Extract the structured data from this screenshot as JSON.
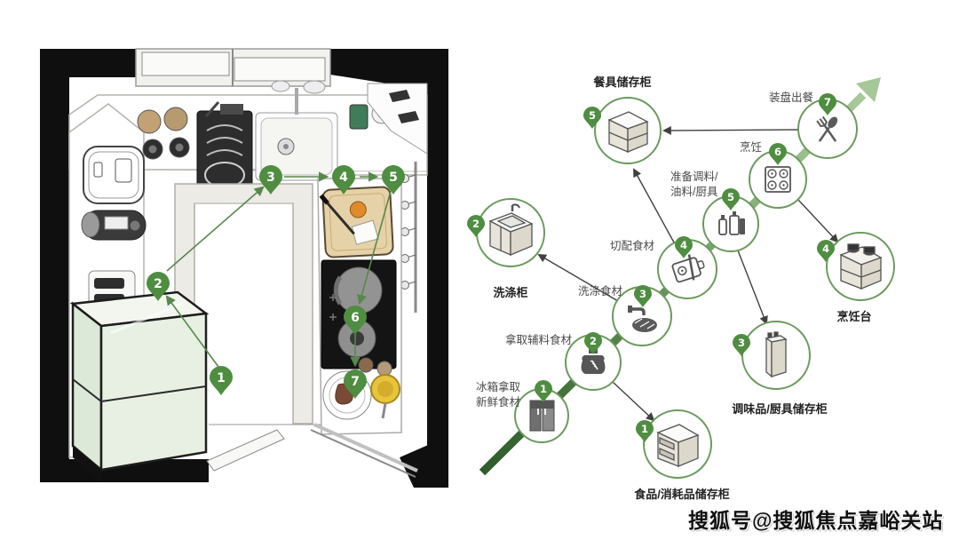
{
  "watermark": "搜狐号@搜狐焦点嘉峪关站",
  "colors": {
    "accent_green": "#4f8d41",
    "node_circle_stroke": "#6b9a5e",
    "flow_dark_green": "#2f5c2a",
    "flow_light_green": "#a6c898",
    "thin_arrow": "#3f3f3f",
    "plan_arrow_green": "#57884d",
    "wall_black": "#0f0f0f"
  },
  "floor_plan": {
    "pins": [
      {
        "n": "1"
      },
      {
        "n": "2"
      },
      {
        "n": "3"
      },
      {
        "n": "4"
      },
      {
        "n": "5"
      },
      {
        "n": "6"
      },
      {
        "n": "7"
      }
    ]
  },
  "flow": {
    "steps": [
      {
        "n": "1",
        "label_line1": "冰箱拿取",
        "label_line2": "新鲜食材",
        "icon": "fridge-icon"
      },
      {
        "n": "2",
        "label_line1": "拿取辅料食材",
        "label_line2": "",
        "icon": "ingredient-bag-icon"
      },
      {
        "n": "3",
        "label_line1": "洗涤食材",
        "label_line2": "",
        "icon": "wash-faucet-icon"
      },
      {
        "n": "4",
        "label_line1": "切配食材",
        "label_line2": "",
        "icon": "cutting-board-icon"
      },
      {
        "n": "5",
        "label_line1": "准备调料/",
        "label_line2": "油料/厨具",
        "icon": "oil-bottles-icon"
      },
      {
        "n": "6",
        "label_line1": "烹饪",
        "label_line2": "",
        "icon": "stove-icon"
      },
      {
        "n": "7",
        "label_line1": "装盘出餐",
        "label_line2": "",
        "icon": "cutlery-icon"
      }
    ],
    "stations": [
      {
        "n": "5",
        "label": "餐具储存柜",
        "icon": "cabinet-icon"
      },
      {
        "n": "2",
        "label": "洗涤柜",
        "icon": "sink-cabinet-icon"
      },
      {
        "n": "4",
        "label": "烹饪台",
        "icon": "cooktop-cabinet-icon"
      },
      {
        "n": "3",
        "label": "调味品/厨具储存柜",
        "icon": "tall-cabinet-icon"
      },
      {
        "n": "1",
        "label": "食品/消耗品储存柜",
        "icon": "drawer-cabinet-icon"
      }
    ]
  }
}
